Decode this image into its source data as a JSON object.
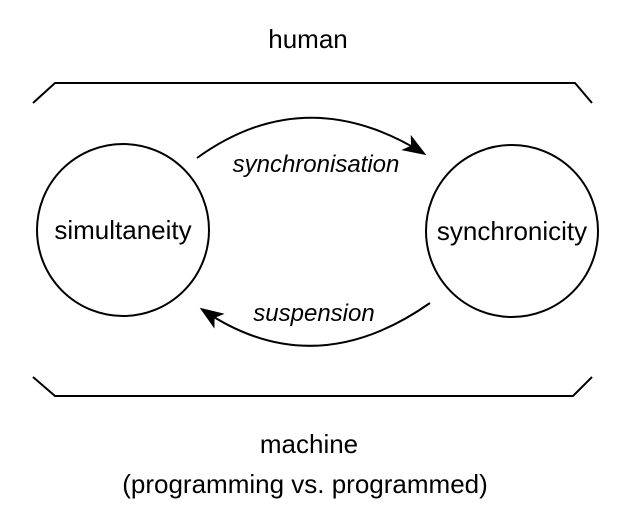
{
  "diagram": {
    "title_top": "human",
    "nodes": {
      "left": "simultaneity",
      "right": "synchronicity"
    },
    "arrows": {
      "forward": "synchronisation",
      "backward": "suspension"
    },
    "bottom": {
      "label": "machine",
      "sublabel": "(programming vs. programmed)"
    },
    "colors": {
      "ink": "#000000",
      "background": "#ffffff"
    }
  }
}
